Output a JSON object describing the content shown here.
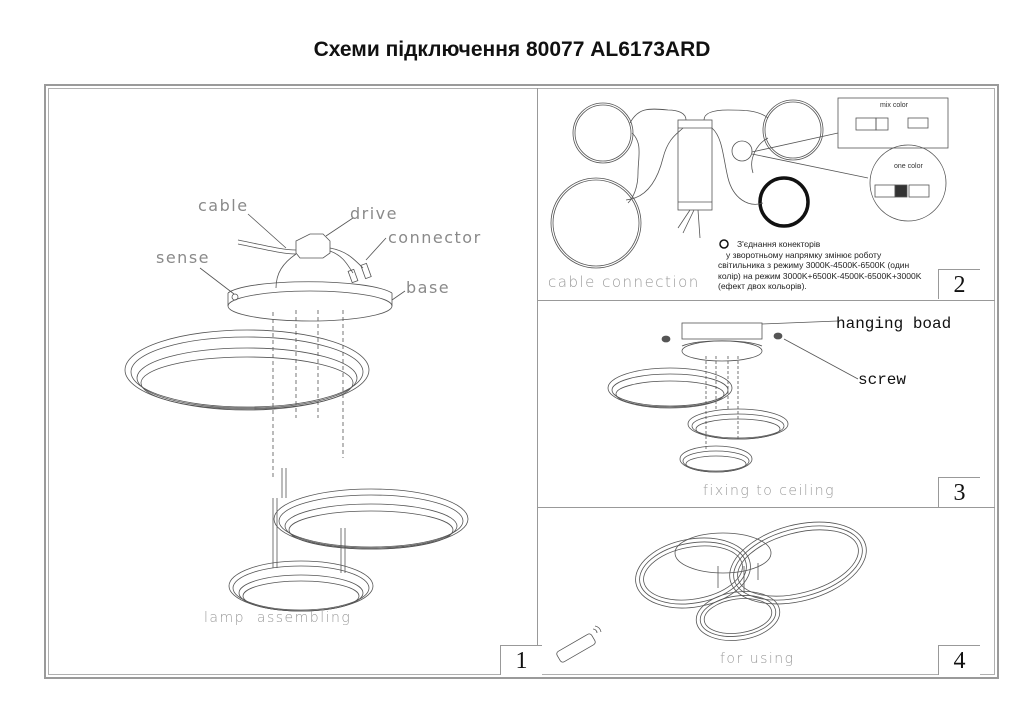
{
  "document": {
    "title": "Схеми підключення 80077 AL6173ARD"
  },
  "panels": [
    {
      "number": "1",
      "caption": "lamp  assembling",
      "labels": {
        "cable": "cable",
        "drive": "drive",
        "connector": "connector",
        "sense": "sense",
        "base": "base"
      }
    },
    {
      "number": "2",
      "caption": "cable connection",
      "inset_mix": "mix color",
      "inset_one": "one color",
      "note": {
        "line1": "З'єднання конекторів",
        "line2": "у зворотньому напрямку змінює роботу",
        "line3": "світильника з режиму 3000K-4500K-6500K (один",
        "line4": "колір) на режим 3000K+6500K-4500K-6500K+3000K",
        "line5": "(ефект двох кольорів)."
      }
    },
    {
      "number": "3",
      "caption": "fixing to ceiling",
      "labels": {
        "hanging_board": "hanging boad",
        "screw": "screw"
      }
    },
    {
      "number": "4",
      "caption": "for using"
    }
  ],
  "colors": {
    "line": "#555555",
    "frame": "#9a9a9a",
    "caption": "#9a9a9a"
  }
}
